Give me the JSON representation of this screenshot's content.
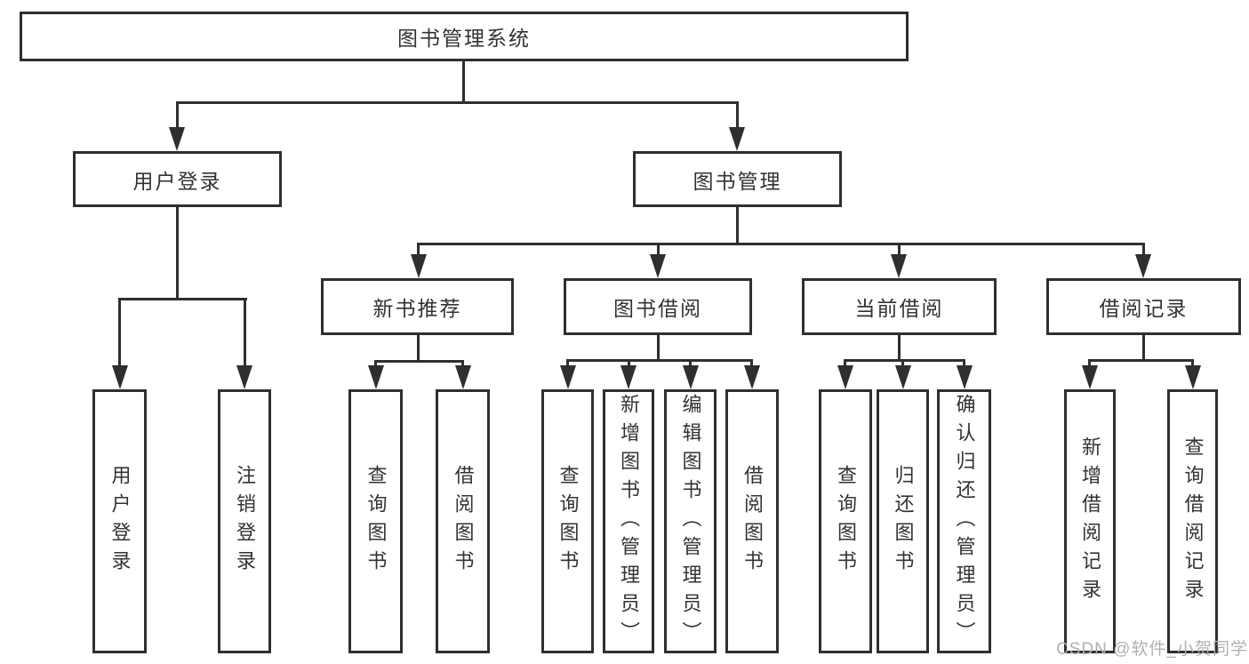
{
  "diagram": {
    "root": {
      "label": "图书管理系统"
    },
    "branches": [
      {
        "label": "用户登录",
        "children": [
          {
            "label": "用户登录"
          },
          {
            "label": "注销登录"
          }
        ]
      },
      {
        "label": "图书管理",
        "children": [
          {
            "label": "新书推荐",
            "children": [
              {
                "label": "查询图书"
              },
              {
                "label": "借阅图书"
              }
            ]
          },
          {
            "label": "图书借阅",
            "children": [
              {
                "label": "查询图书"
              },
              {
                "label": "新增图书（管理员）"
              },
              {
                "label": "编辑图书（管理员）"
              },
              {
                "label": "借阅图书"
              }
            ]
          },
          {
            "label": "当前借阅",
            "children": [
              {
                "label": "查询图书"
              },
              {
                "label": "归还图书"
              },
              {
                "label": "确认归还（管理员）"
              }
            ]
          },
          {
            "label": "借阅记录",
            "children": [
              {
                "label": "新增借阅记录"
              },
              {
                "label": "查询借阅记录"
              }
            ]
          }
        ]
      }
    ],
    "watermark": "CSDN @软件_小贺同学",
    "colors": {
      "line": "#2f2f2f",
      "text": "#333333",
      "watermark": "#b0b0b0",
      "background": "#ffffff"
    }
  }
}
